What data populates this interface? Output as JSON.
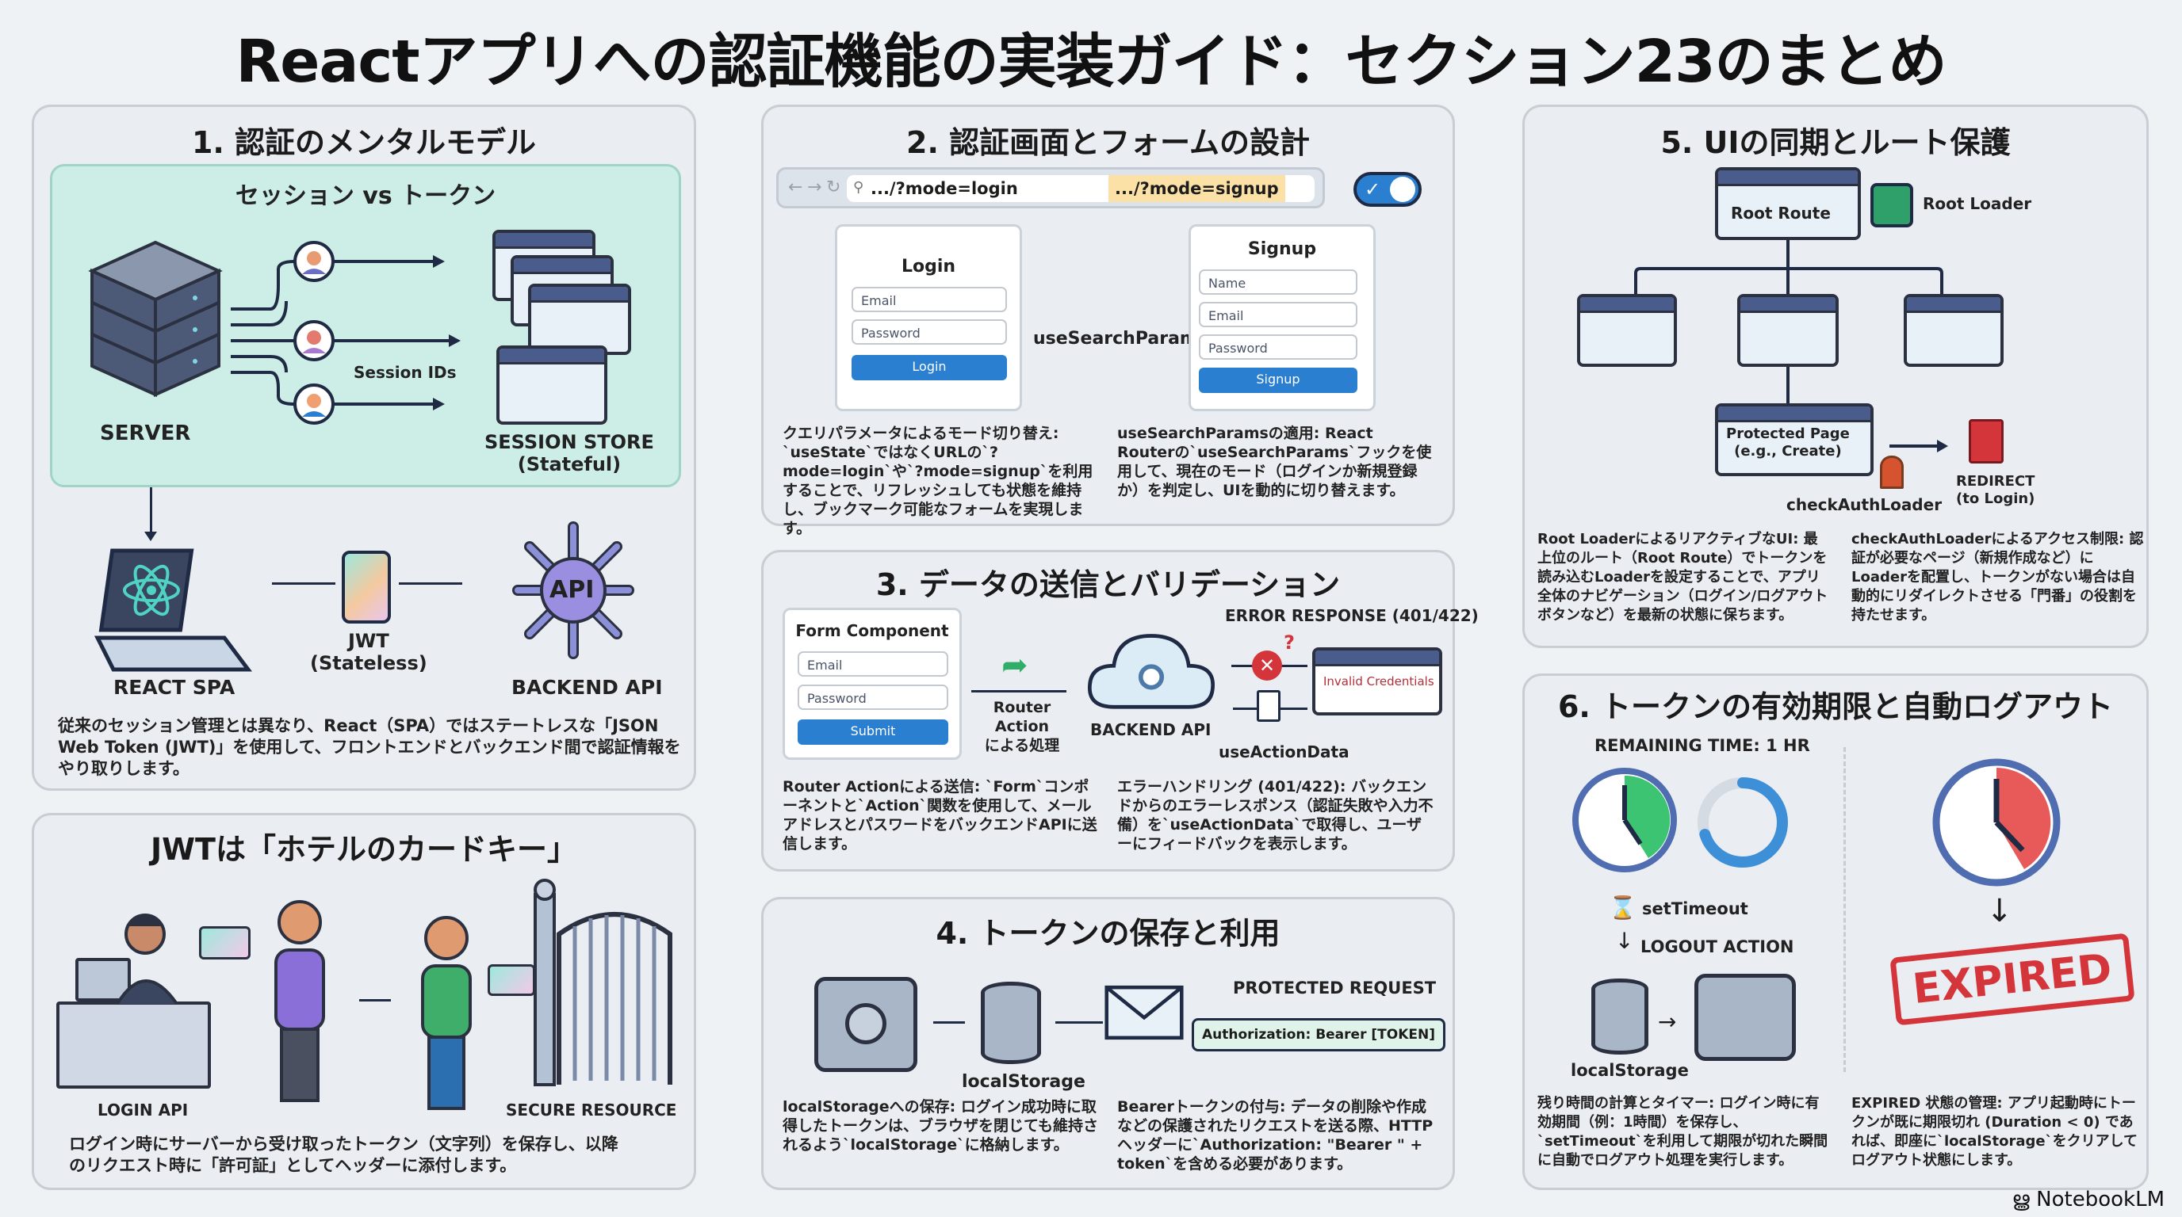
{
  "title": "Reactアプリへの認証機能の実装ガイド：セクション23のまとめ",
  "sections": {
    "s1": {
      "title": "1. 認証のメンタルモデル",
      "panel_title": "セッション vs トークン",
      "server": "SERVER",
      "session_ids": "Session IDs",
      "session_store": "SESSION STORE",
      "session_store_sub": "(Stateful)",
      "react_spa": "REACT SPA",
      "jwt": "JWT",
      "jwt_sub": "(Stateless)",
      "backend_api": "BACKEND API",
      "api_badge": "API",
      "description": "従来のセッション管理とは異なり、React（SPA）ではステートレスな「JSON Web Token (JWT)」を使用して、フロントエンドとバックエンド間で認証情報をやり取りします。"
    },
    "jwt_card": {
      "title": "JWTは「ホテルのカードキー」",
      "login_api": "LOGIN API",
      "secure_resource": "SECURE RESOURCE",
      "description": "ログイン時にサーバーから受け取ったトークン（文字列）を保存し、以降のリクエスト時に「許可証」としてヘッダーに添付します。"
    },
    "s2": {
      "title": "2. 認証画面とフォームの設計",
      "url_login": ".../?mode=login",
      "url_signup": ".../?mode=signup",
      "toggle_checked": true,
      "login_form": {
        "title": "Login",
        "email": "Email",
        "password": "Password",
        "button": "Login"
      },
      "signup_form": {
        "title": "Signup",
        "name": "Name",
        "email": "Email",
        "password": "Password",
        "button": "Signup"
      },
      "hook": "useSearchParams",
      "desc_left": "クエリパラメータによるモード切り替え: `useState`ではなくURLの`?mode=login`や`?mode=signup`を利用することで、リフレッシュしても状態を維持し、ブックマーク可能なフォームを実現します。",
      "desc_right": "useSearchParamsの適用: React Routerの`useSearchParams`フックを使用して、現在のモード（ログインか新規登録か）を判定し、UIを動的に切り替えます。"
    },
    "s3": {
      "title": "3. データの送信とバリデーション",
      "form_title": "Form Component",
      "email": "Email",
      "password": "Password",
      "submit": "Submit",
      "router_action": "Router Action",
      "router_action_sub": "による処理",
      "backend_api": "BACKEND API",
      "error_response": "ERROR RESPONSE (401/422)",
      "error_message": "Invalid Credentials",
      "use_action_data": "useActionData",
      "desc_left": "Router Actionによる送信: `Form`コンポーネントと`Action`関数を使用して、メールアドレスとパスワードをバックエンドAPIに送信します。",
      "desc_right": "エラーハンドリング (401/422): バックエンドからのエラーレスポンス（認証失敗や入力不備）を`useActionData`で取得し、ユーザーにフィードバックを表示します。"
    },
    "s4": {
      "title": "4. トークンの保存と利用",
      "local_storage": "localStorage",
      "protected_request": "PROTECTED REQUEST",
      "auth_header": "Authorization: Bearer [TOKEN]",
      "desc_left": "localStorageへの保存: ログイン成功時に取得したトークンは、ブラウザを閉じても維持されるよう`localStorage`に格納します。",
      "desc_right": "Bearerトークンの付与: データの削除や作成などの保護されたリクエストを送る際、HTTPヘッダーに`Authorization: \"Bearer \" + token`を含める必要があります。"
    },
    "s5": {
      "title": "5. UIの同期とルート保護",
      "root_route": "Root Route",
      "root_loader": "Root Loader",
      "protected_page": "Protected Page",
      "protected_page_sub": "(e.g., Create)",
      "check_auth_loader": "checkAuthLoader",
      "redirect": "REDIRECT",
      "redirect_sub": "(to Login)",
      "desc_left": "Root LoaderによるリアクティブなUI: 最上位のルート（Root Route）でトークンを読み込むLoaderを設定することで、アプリ全体のナビゲーション（ログイン/ログアウトボタンなど）を最新の状態に保ちます。",
      "desc_right": "checkAuthLoaderによるアクセス制限: 認証が必要なページ（新規作成など）にLoaderを配置し、トークンがない場合は自動的にリダイレクトさせる「門番」の役割を持たせます。"
    },
    "s6": {
      "title": "6. トークンの有効期限と自動ログアウト",
      "remaining_time": "REMAINING TIME: 1 HR",
      "remaining_fraction": 0.7,
      "set_timeout": "setTimeout",
      "logout_action": "LOGOUT ACTION",
      "local_storage": "localStorage",
      "expired": "EXPIRED",
      "desc_left": "残り時間の計算とタイマー: ログイン時に有効期間（例：1時間）を保存し、`setTimeout`を利用して期限が切れた瞬間に自動でログアウト処理を実行します。",
      "desc_right": "EXPIRED 状態の管理: アプリ起動時にトークンが既に期限切れ (Duration < 0) であれば、即座に`localStorage`をクリアしてログアウト状態にします。"
    }
  },
  "footer": {
    "brand": "NotebookLM"
  },
  "colors": {
    "accent_blue": "#2a7fd0",
    "panel_teal": "#cdeee6",
    "expired_red": "#d3353a",
    "green": "#3cc472",
    "highlight_yellow": "#fbe1a6"
  }
}
